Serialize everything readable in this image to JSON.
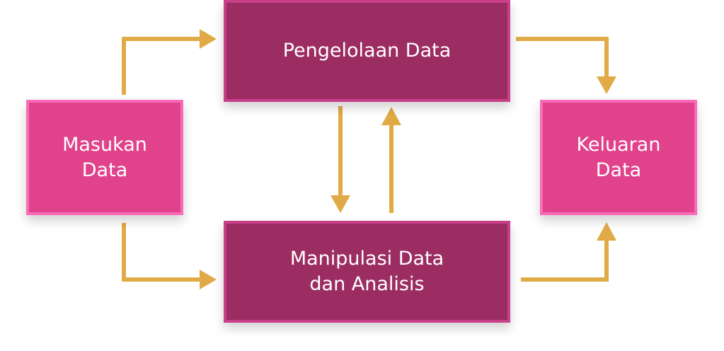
{
  "diagram": {
    "nodes": {
      "input": "Masukan\nData",
      "processing": "Pengelolaan Data",
      "manipulation": "Manipulasi Data\ndan Analisis",
      "output": "Keluaran\nData"
    },
    "colors": {
      "primary_box": "#9c2d63",
      "primary_border": "#c83f8a",
      "accent_box": "#e0428b",
      "accent_border": "#fb6bb7",
      "arrow": "#e0ab47",
      "text": "#ffffff"
    }
  }
}
